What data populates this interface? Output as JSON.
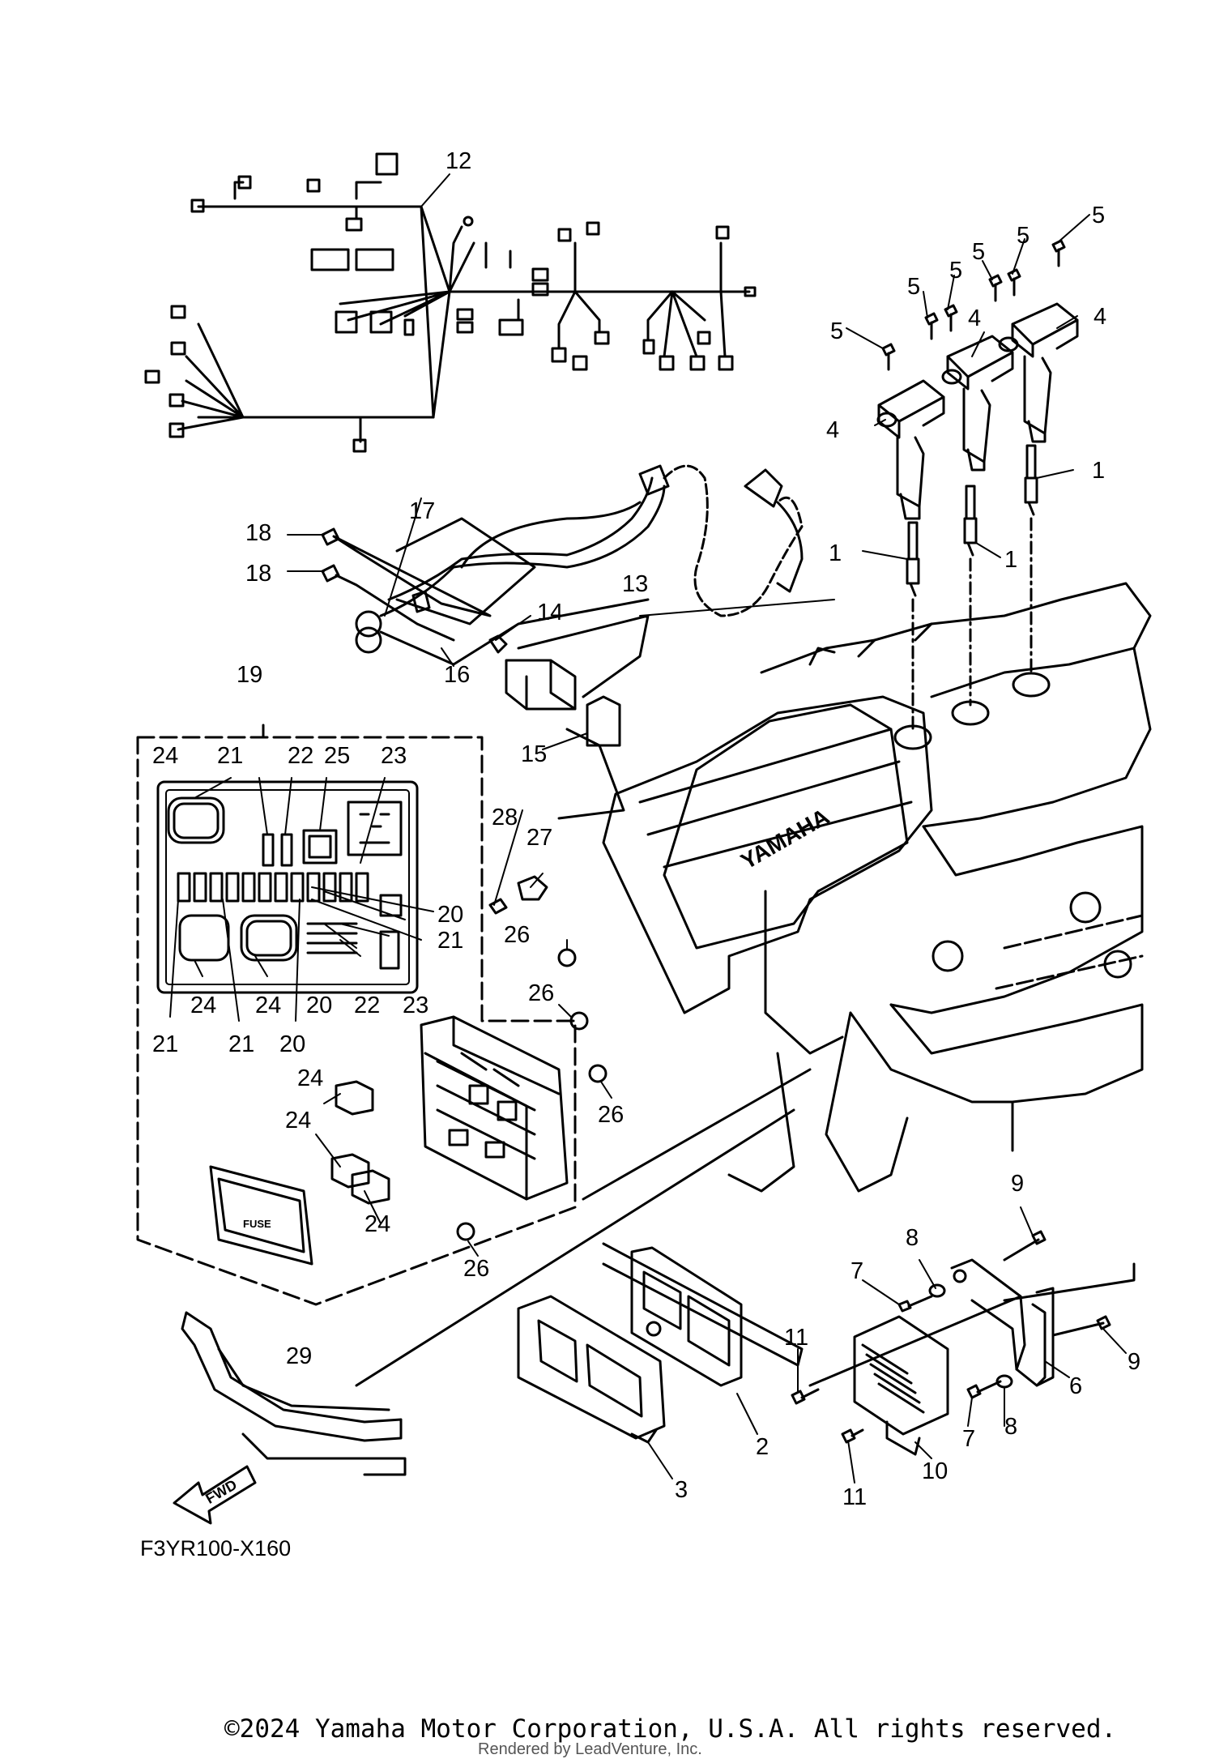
{
  "diagram": {
    "code": "F3YR100-X160",
    "fwd_label": "FWD",
    "brand_label": "YAMAHA",
    "fuse_label": "FUSE",
    "copyright": "©2024 Yamaha Motor Corporation, U.S.A. All rights reserved.",
    "rendered_by": "Rendered by LeadVenture, Inc.",
    "callouts": [
      "1",
      "1",
      "1",
      "2",
      "3",
      "4",
      "4",
      "4",
      "5",
      "5",
      "5",
      "5",
      "5",
      "5",
      "6",
      "7",
      "7",
      "8",
      "8",
      "9",
      "9",
      "10",
      "11",
      "11",
      "12",
      "13",
      "14",
      "15",
      "16",
      "17",
      "18",
      "18",
      "19",
      "20",
      "20",
      "20",
      "21",
      "21",
      "21",
      "21",
      "22",
      "22",
      "23",
      "23",
      "24",
      "24",
      "24",
      "24",
      "24",
      "24",
      "25",
      "26",
      "26",
      "26",
      "26",
      "27",
      "28",
      "29"
    ]
  }
}
